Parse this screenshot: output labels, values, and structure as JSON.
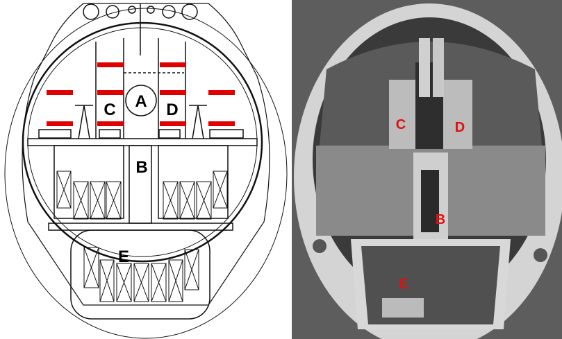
{
  "drawing": {
    "labels": {
      "a": "A",
      "b": "B",
      "c": "C",
      "d": "D",
      "e": "E"
    },
    "label_color": "#000000",
    "bunk_color": "#e00000"
  },
  "photo": {
    "labels": {
      "c": "C",
      "d": "D",
      "b": "B",
      "e": "E"
    },
    "label_color": "#e01010"
  }
}
